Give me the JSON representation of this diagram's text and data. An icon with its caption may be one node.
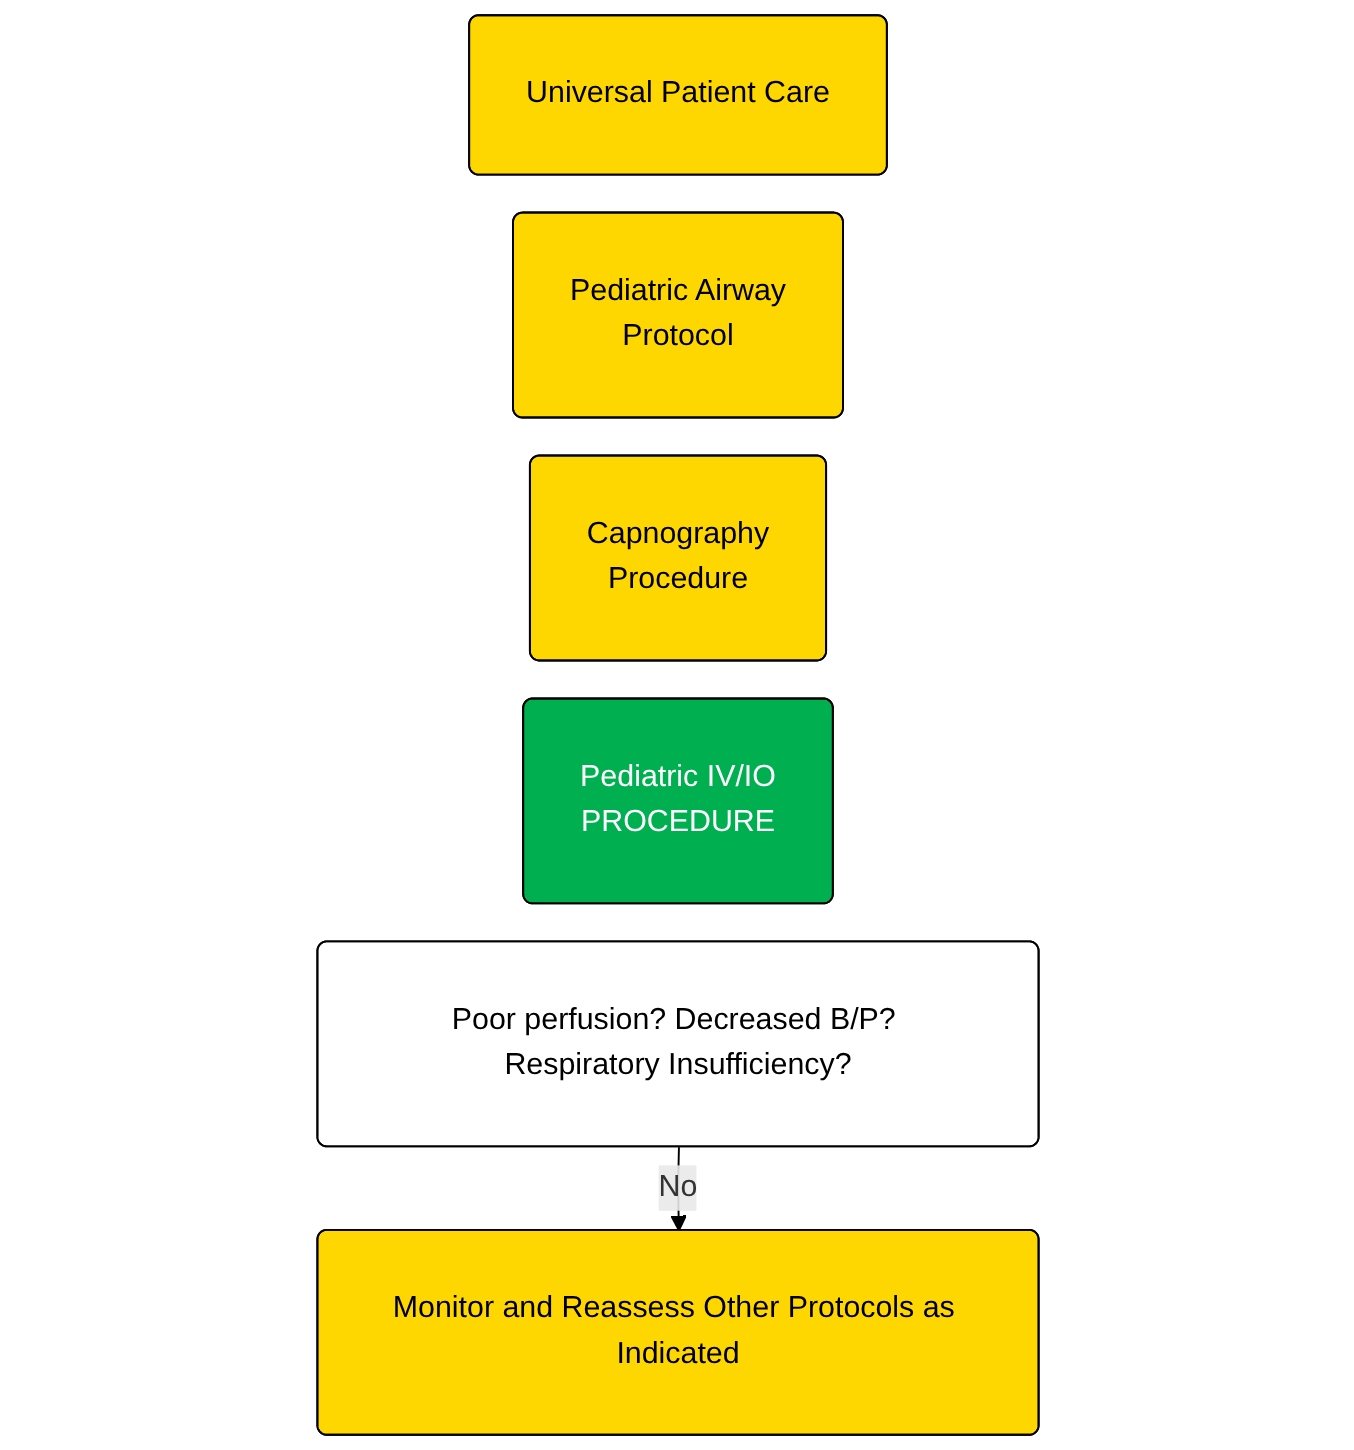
{
  "diagram": {
    "nodes": [
      {
        "text": [
          "Universal Patient Care"
        ]
      },
      {
        "text": [
          "Pediatric Airway",
          "Protocol"
        ]
      },
      {
        "text": [
          "Capnography",
          "Procedure"
        ]
      },
      {
        "text": [
          "Pediatric IV/IO",
          "PROCEDURE"
        ]
      },
      {
        "text": [
          "Poor perfusion? Decreased B/P? Respiratory Insufficiency?"
        ]
      },
      {
        "text": [
          "Monitor and Reassess Other Protocols as Indicated"
        ]
      }
    ],
    "edges": [
      {
        "from": 4,
        "to": 5,
        "arrow": "to",
        "label": "No"
      }
    ]
  }
}
